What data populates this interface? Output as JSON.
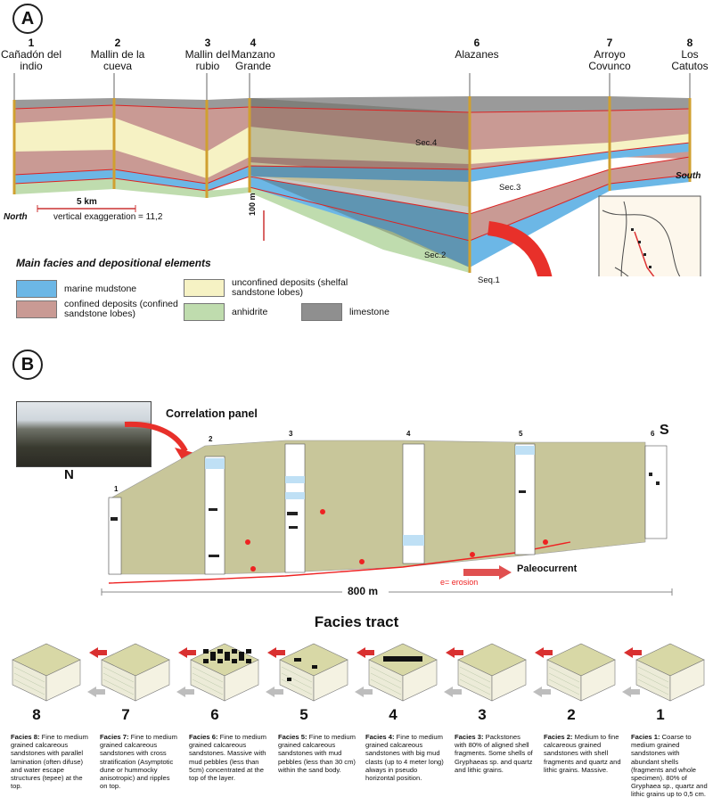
{
  "panel_a": {
    "letter": "A",
    "localities": [
      {
        "num": "1",
        "name": "Cañadón del indio"
      },
      {
        "num": "2",
        "name": "Mallin de la cueva"
      },
      {
        "num": "3",
        "name": "Mallin del rubio"
      },
      {
        "num": "4",
        "name": "Manzano Grande"
      },
      {
        "num": "6",
        "name": "Alazanes"
      },
      {
        "num": "7",
        "name": "Arroyo Covunco"
      },
      {
        "num": "8",
        "name": "Los Catutos"
      }
    ],
    "north_label": "North",
    "south_label": "South",
    "scale_label": "5 km",
    "vertical_exaggeration": "vertical exaggeration = 11,2",
    "vertical_scale": "100 m",
    "seq_labels": {
      "sec4": "Sec.4",
      "sec3": "Sec.3",
      "sec2": "Sec.2",
      "seq1": "Seq.1"
    },
    "legend": {
      "title": "Main facies and depositional elements",
      "items": [
        {
          "label": "marine mudstone",
          "color": "#6cb7e6"
        },
        {
          "label": "confined deposits (confined sandstone lobes)",
          "color": "#c99a94"
        },
        {
          "label": "unconfined deposits (shelfal sandstone lobes)",
          "color": "#f6f2c4"
        },
        {
          "label": "anhidrite",
          "color": "#bfdcae"
        },
        {
          "label": "limestone",
          "color": "#8f8f8f"
        }
      ]
    }
  },
  "panel_b": {
    "letter": "B",
    "correlation_label": "Correlation panel",
    "n_label": "N",
    "s_label": "S",
    "column_labels": [
      "1",
      "2",
      "3",
      "4",
      "5",
      "6"
    ],
    "paleocurrent_label": "Paleocurrent",
    "erosion_label": "e= erosion",
    "width_label": "800 m"
  },
  "facies_tract": {
    "title": "Facies tract",
    "facies": [
      {
        "num": "8",
        "label": "Facies 8:",
        "text": "Fine to medium grained calcareous sandstones with parallel lamination (often difuse) and water escape structures (tepee) at the top."
      },
      {
        "num": "7",
        "label": "Facies 7:",
        "text": "Fine to medium grained calcareous sandstones with cross stratification (Asymptotic dune or hummocky anisotropic) and ripples on top."
      },
      {
        "num": "6",
        "label": "Facies 6:",
        "text": "Fine to medium grained calcareous sandstones. Massive with mud pebbles (less than 5cm) concentrated at the top of the layer."
      },
      {
        "num": "5",
        "label": "Facies 5:",
        "text": "Fine to medium grained calcareous sandstones with mud pebbles (less than 30 cm) within the sand body."
      },
      {
        "num": "4",
        "label": "Facies 4:",
        "text": "Fine to medium grained calcareous sandstones with big mud clasts (up to 4 meter long) always in pseudo horizontal position."
      },
      {
        "num": "3",
        "label": "Facies 3:",
        "text": "Packstones with 80% of aligned shell fragments. Some shells of Gryphaeas sp. and quartz and lithic grains."
      },
      {
        "num": "2",
        "label": "Facies 2:",
        "text": "Medium to fine calcareous grained sandstones with shell fragments and quartz and lithic grains. Massive."
      },
      {
        "num": "1",
        "label": "Facies 1:",
        "text": "Coarse to medium grained sandstones with abundant shells (fragments and whole specimen). 80% of Gryphaea sp., quartz and lithic grains up to 0,5 cm."
      }
    ]
  }
}
